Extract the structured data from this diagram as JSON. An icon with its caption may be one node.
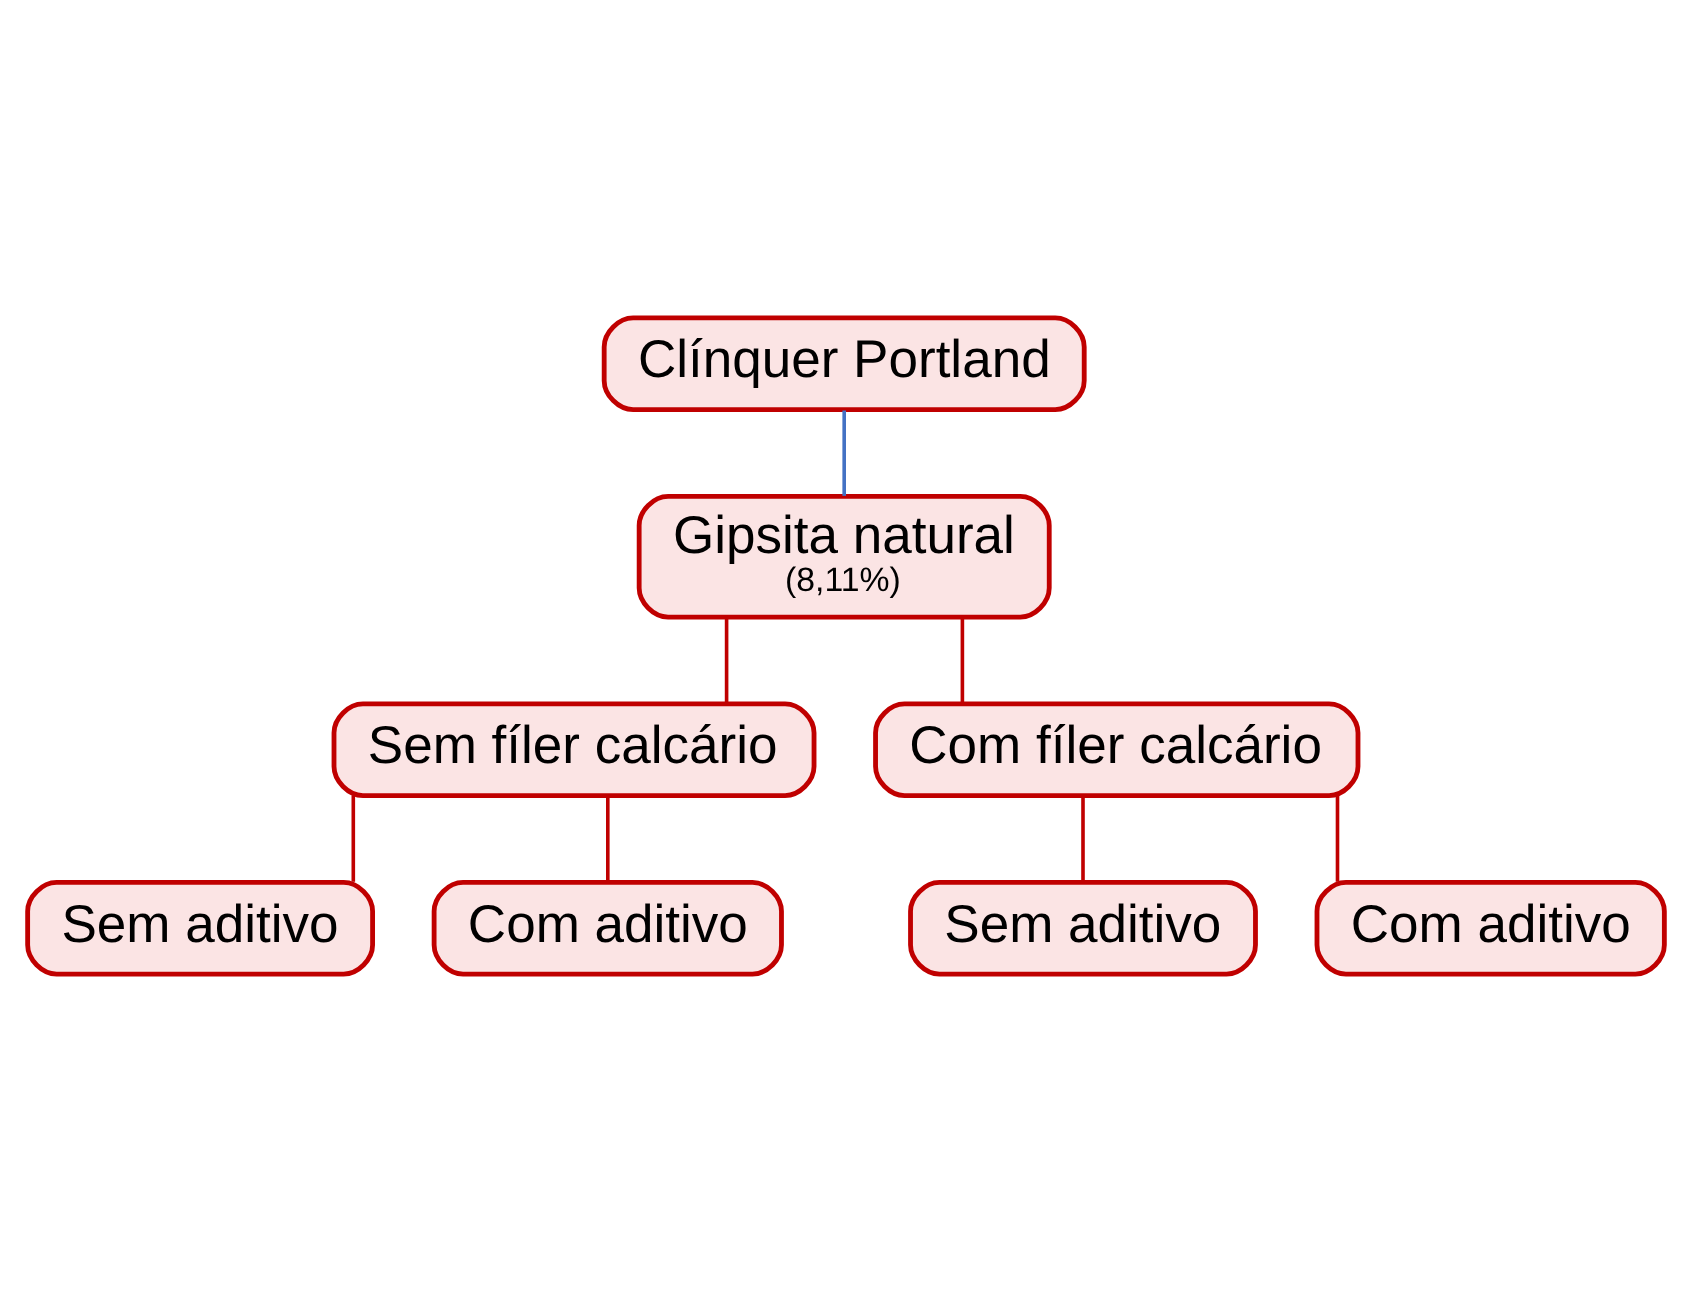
{
  "diagram": {
    "nodes": [
      {
        "text": [
          "Clínquer Portland"
        ]
      },
      {
        "text": [
          "Gipsita natural",
          "(8,11%)"
        ]
      },
      {
        "text": [
          "Sem fíler calcário"
        ]
      },
      {
        "text": [
          "Com fíler calcário"
        ]
      },
      {
        "text": [
          "Sem aditivo"
        ]
      },
      {
        "text": [
          "Com aditivo"
        ]
      },
      {
        "text": [
          "Sem aditivo"
        ]
      },
      {
        "text": [
          "Com aditivo"
        ]
      }
    ],
    "edges": [
      {
        "from": 0,
        "to": 1,
        "arrow": "none",
        "color": "#4472c4"
      },
      {
        "from": 1,
        "to": 2,
        "arrow": "none"
      },
      {
        "from": 1,
        "to": 3,
        "arrow": "none"
      },
      {
        "from": 2,
        "to": 4,
        "arrow": "none"
      },
      {
        "from": 2,
        "to": 5,
        "arrow": "none"
      },
      {
        "from": 3,
        "to": 6,
        "arrow": "none"
      },
      {
        "from": 3,
        "to": 7,
        "arrow": "none"
      }
    ]
  }
}
